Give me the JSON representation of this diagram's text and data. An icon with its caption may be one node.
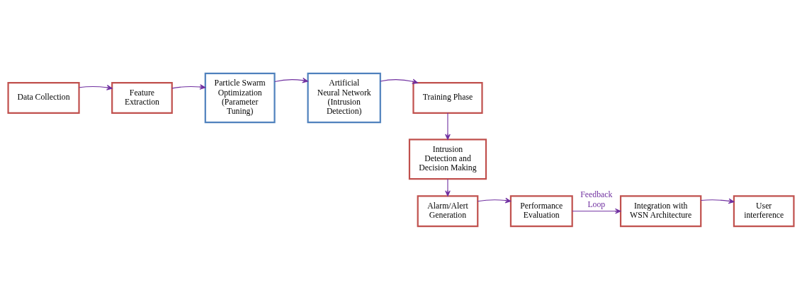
{
  "diagram": {
    "nodes": [
      {
        "text": [
          "Data Collection"
        ]
      },
      {
        "text": [
          "Feature Extraction"
        ]
      },
      {
        "text": [
          "Particle Swarm Optimization (Parameter Tuning)"
        ]
      },
      {
        "text": [
          "Artificial Neural Network (Intrusion Detection)"
        ]
      },
      {
        "text": [
          "Training Phase"
        ]
      },
      {
        "text": [
          "Intrusion Detection and Decision Making"
        ]
      },
      {
        "text": [
          "Alarm/Alert Generation"
        ]
      },
      {
        "text": [
          "Performance Evaluation"
        ]
      },
      {
        "text": [
          "Integration with WSN Architecture"
        ]
      },
      {
        "text": [
          "User interference"
        ]
      }
    ],
    "edges": [
      {
        "from": 0,
        "to": 1,
        "arrow": "to"
      },
      {
        "from": 1,
        "to": 2,
        "arrow": "to"
      },
      {
        "from": 2,
        "to": 3,
        "arrow": "to"
      },
      {
        "from": 3,
        "to": 4,
        "arrow": "to"
      },
      {
        "from": 4,
        "to": 5,
        "arrow": "to"
      },
      {
        "from": 5,
        "to": 6,
        "arrow": "to"
      },
      {
        "from": 6,
        "to": 7,
        "arrow": "to"
      },
      {
        "from": 7,
        "to": 8,
        "arrow": "to",
        "label": "Feedback Loop"
      },
      {
        "from": 8,
        "to": 9,
        "arrow": "to"
      }
    ]
  }
}
